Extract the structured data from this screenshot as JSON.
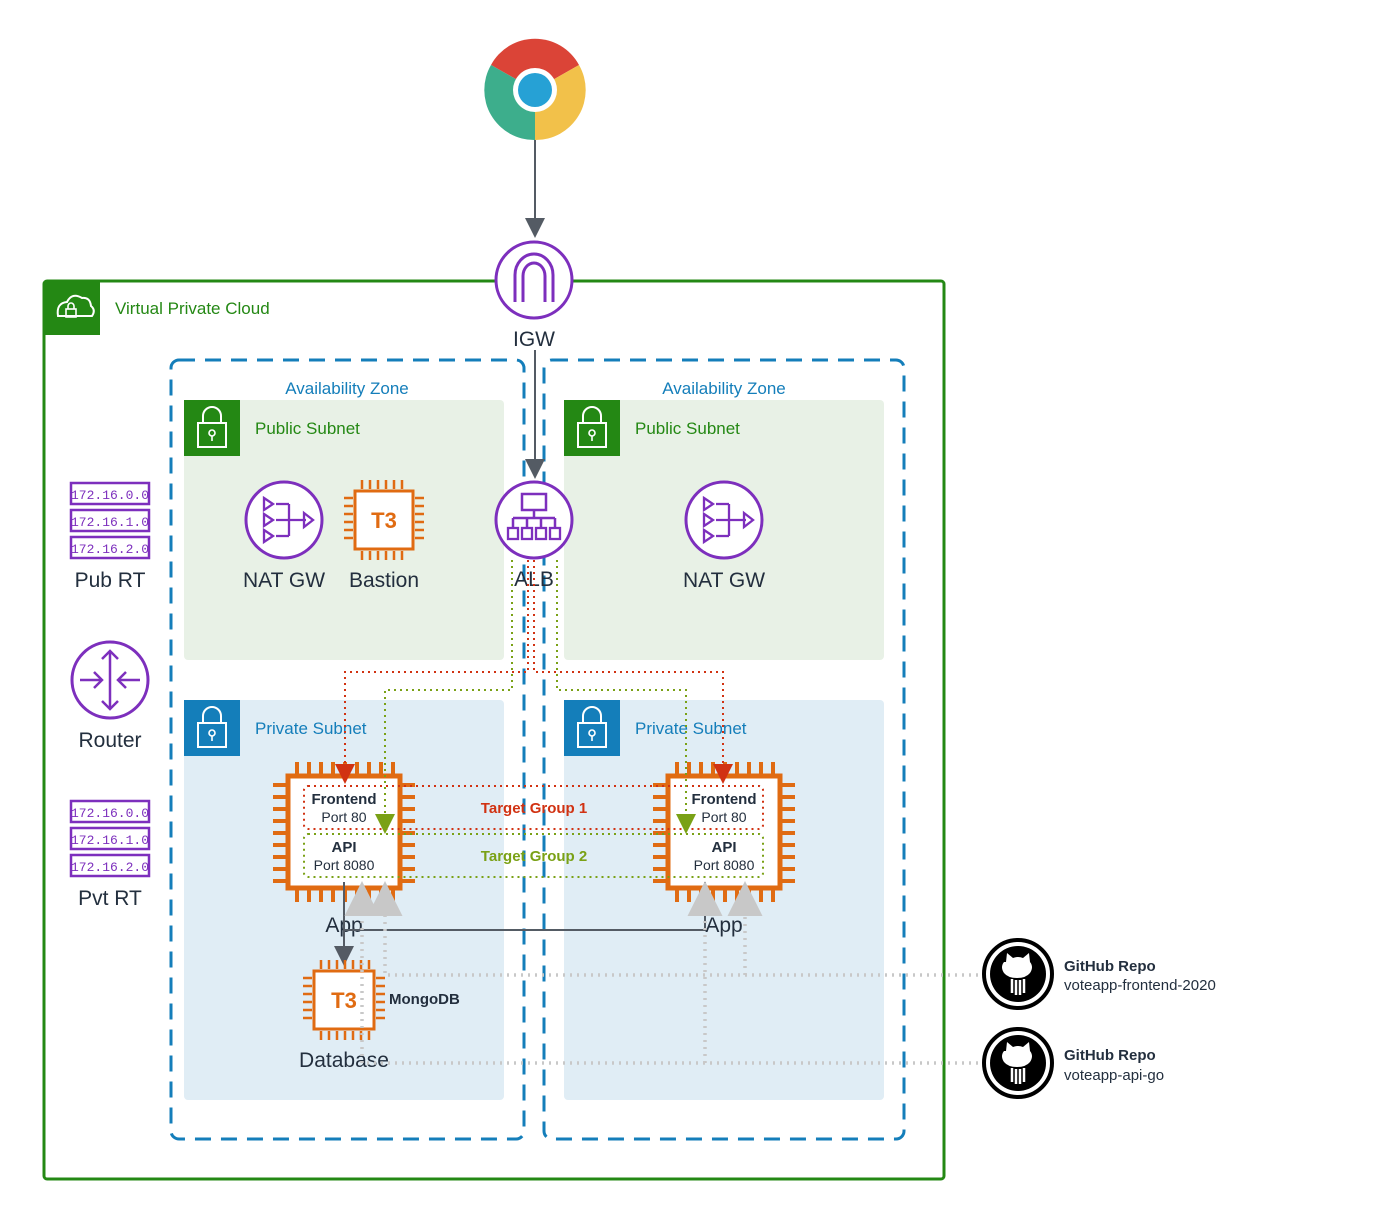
{
  "browser": {
    "icon": "chrome-browser-icon"
  },
  "igw": {
    "label": "IGW",
    "icon": "internet-gateway-icon"
  },
  "vpc": {
    "title": "Virtual Private Cloud",
    "icon": "cloud-lock-icon",
    "color": "#248814"
  },
  "zones": [
    {
      "title": "Availability Zone",
      "public_subnet": {
        "title": "Public Subnet",
        "nat_label": "NAT GW",
        "bastion_label": "Bastion",
        "bastion_chip": "T3"
      },
      "private_subnet": {
        "title": "Private Subnet",
        "app_label": "App",
        "frontend_title": "Frontend",
        "frontend_port": "Port 80",
        "api_title": "API",
        "api_port": "Port 8080",
        "db_chip": "T3",
        "db_engine": "MongoDB",
        "db_label": "Database"
      }
    },
    {
      "title": "Availability Zone",
      "public_subnet": {
        "title": "Public Subnet",
        "nat_label": "NAT GW"
      },
      "private_subnet": {
        "title": "Private Subnet",
        "app_label": "App",
        "frontend_title": "Frontend",
        "frontend_port": "Port 80",
        "api_title": "API",
        "api_port": "Port 8080"
      }
    }
  ],
  "alb": {
    "label": "ALB",
    "icon": "load-balancer-icon"
  },
  "target_groups": [
    {
      "label": "Target Group 1",
      "color": "#d13212"
    },
    {
      "label": "Target Group 2",
      "color": "#7aa116"
    }
  ],
  "public_route_table": {
    "cidrs": [
      "172.16.0.0",
      "172.16.1.0",
      "172.16.2.0"
    ],
    "label": "Pub RT"
  },
  "router": {
    "label": "Router",
    "icon": "router-icon"
  },
  "private_route_table": {
    "cidrs": [
      "172.16.0.0",
      "172.16.1.0",
      "172.16.2.0"
    ],
    "label": "Pvt RT"
  },
  "repos": [
    {
      "title": "GitHub Repo",
      "name": "voteapp-frontend-2020",
      "icon": "github-icon"
    },
    {
      "title": "GitHub Repo",
      "name": "voteapp-api-go",
      "icon": "github-icon"
    }
  ],
  "colors": {
    "vpc_green": "#248814",
    "az_blue": "#147eba",
    "public_fill": "#e8f1e6",
    "private_fill": "#e0edf5",
    "purple": "#7d2fbd",
    "orange": "#e06b12"
  }
}
